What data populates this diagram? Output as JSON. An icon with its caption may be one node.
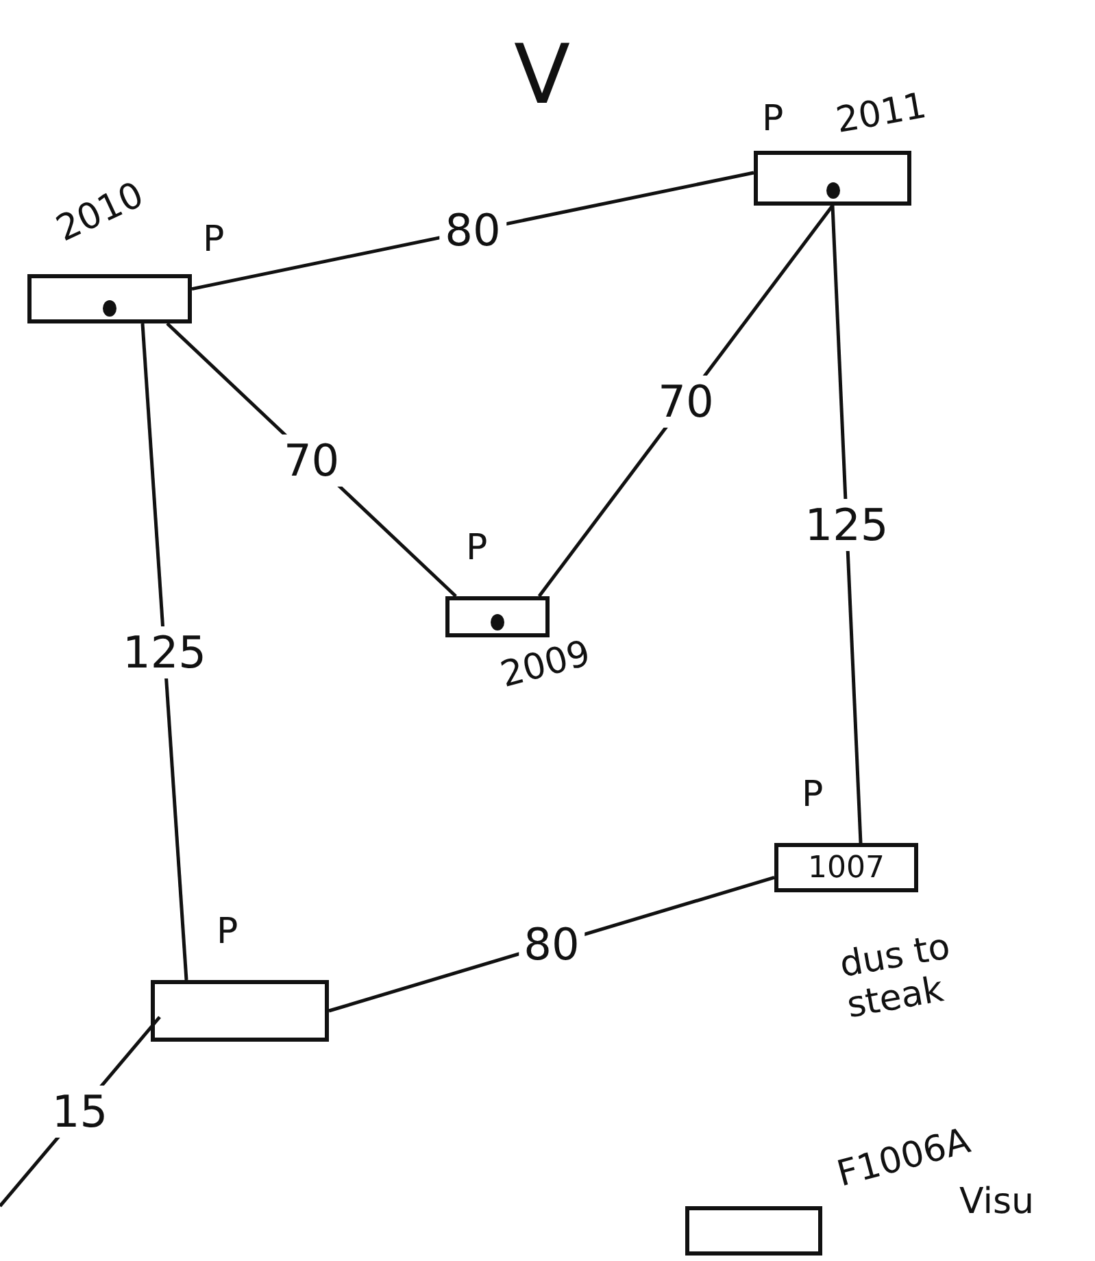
{
  "diagram": {
    "nodes": [
      {
        "text": [],
        "shape": "box",
        "beside": [
          "2010",
          "P"
        ]
      },
      {
        "text": [],
        "shape": "box",
        "beside": [
          "P",
          "2011"
        ]
      },
      {
        "text": [],
        "shape": "box",
        "beside": [
          "P",
          "2009"
        ]
      },
      {
        "text": [
          "1007"
        ],
        "beside": [
          "P",
          "dus to steak"
        ]
      },
      {
        "text": [],
        "shape": "box",
        "beside": [
          "P"
        ]
      },
      {
        "text": [],
        "shape": "box",
        "beside": [
          "F1006A",
          "Visu"
        ]
      }
    ],
    "edges": [
      {
        "from": 0,
        "to": 1,
        "arrow": "none",
        "label": "80"
      },
      {
        "from": 0,
        "to": 2,
        "arrow": "none",
        "label": "70"
      },
      {
        "from": 2,
        "to": 1,
        "arrow": "none",
        "label": "70"
      },
      {
        "from": 1,
        "to": 3,
        "arrow": "none",
        "label": "125"
      },
      {
        "from": 0,
        "to": 4,
        "arrow": "none",
        "label": "125"
      },
      {
        "from": 4,
        "to": 3,
        "arrow": "none",
        "label": "80"
      },
      {
        "from": 4,
        "to": null,
        "arrow": "none",
        "label": "15"
      }
    ],
    "labels": [
      "V"
    ]
  }
}
